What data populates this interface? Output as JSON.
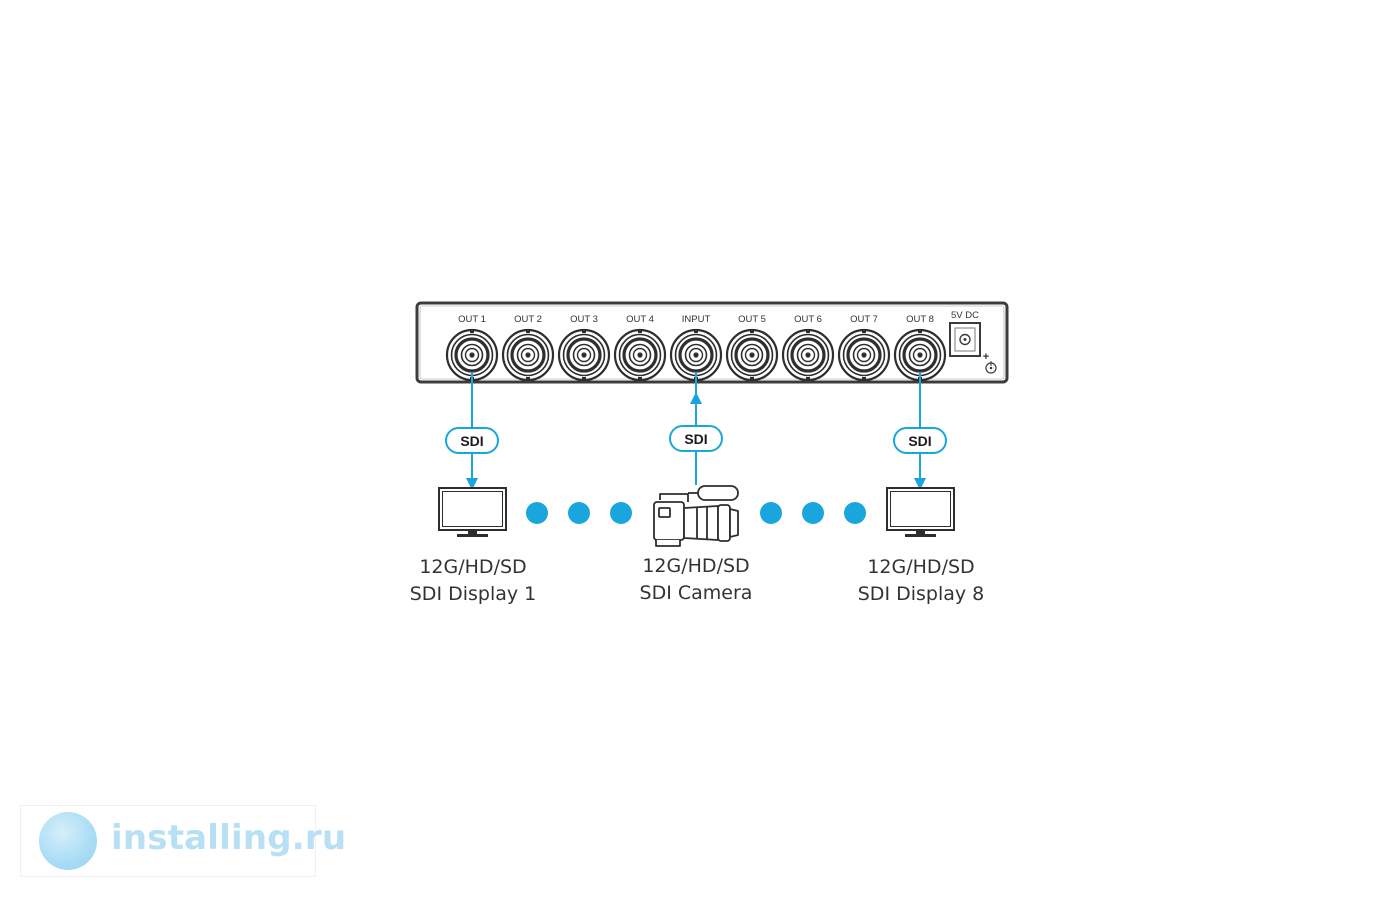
{
  "device": {
    "ports": [
      {
        "label": "OUT 1"
      },
      {
        "label": "OUT 2"
      },
      {
        "label": "OUT 3"
      },
      {
        "label": "OUT 4"
      },
      {
        "label": "INPUT"
      },
      {
        "label": "OUT 5"
      },
      {
        "label": "OUT 6"
      },
      {
        "label": "OUT 7"
      },
      {
        "label": "OUT 8"
      }
    ],
    "power_label": "5V DC",
    "power_polarity": "+"
  },
  "connections": [
    {
      "badge": "SDI",
      "direction": "out"
    },
    {
      "badge": "SDI",
      "direction": "in"
    },
    {
      "badge": "SDI",
      "direction": "out"
    }
  ],
  "endpoints": [
    {
      "line1": "12G/HD/SD",
      "line2": "SDI Display 1",
      "icon": "monitor-icon"
    },
    {
      "line1": "12G/HD/SD",
      "line2": "SDI Camera",
      "icon": "camera-icon"
    },
    {
      "line1": "12G/HD/SD",
      "line2": "SDI Display 8",
      "icon": "monitor-icon"
    }
  ],
  "colors": {
    "accent": "#1aa6dc",
    "device": "#4a4a4a",
    "badge_border": "#1aa6dc"
  },
  "watermark": {
    "text": "installing.ru"
  }
}
